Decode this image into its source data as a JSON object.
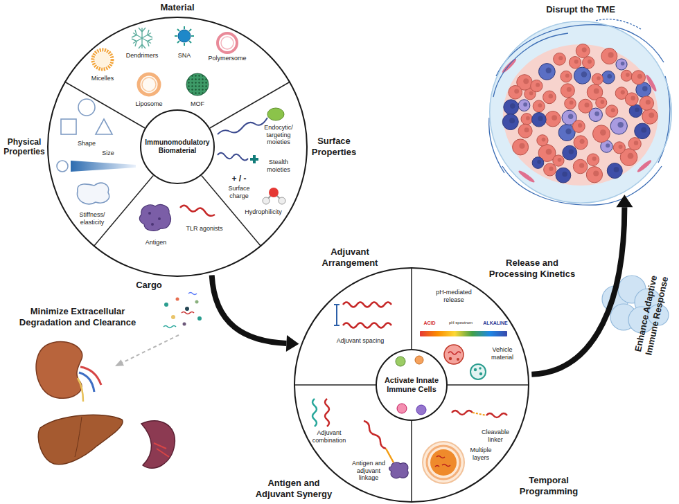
{
  "diagram": {
    "nodes": [
      {
        "text": [
          "Material",
          "Physical Properties",
          "Surface Properties",
          "Cargo"
        ]
      },
      {
        "text": [
          "Immunomodulatory Biomaterial"
        ],
        "in": 0
      },
      {
        "text": [
          "Adjuvant Arrangement",
          "Release and Processing Kinetics",
          "Antigen and Adjuvant Synergy",
          "Temporal Programming"
        ]
      },
      {
        "text": [
          "Activate Innate Immune Cells"
        ],
        "in": 2
      },
      {
        "text": [
          "Disrupt the TME"
        ]
      }
    ],
    "edges": [
      {
        "from": 0,
        "to": 2,
        "arrow": "to"
      },
      {
        "from": 2,
        "to": 4,
        "arrow": "to",
        "label": "Enhance Adaptive Immune Response"
      }
    ],
    "labels": [
      "Micelles",
      "Dendrimers",
      "SNA",
      "Polymersome",
      "Liposome",
      "MOF",
      "Shape",
      "Size",
      "Stiffness/ elasticity",
      "Endocytic/ targeting moieties",
      "Stealth moieties",
      "+ / -",
      "Surface charge",
      "Hydrophilicity",
      "Antigen",
      "TLR agonists",
      "Minimize Extracellular Degradation and Clearance",
      "Adjuvant spacing",
      "pH-mediated release",
      "pH spectrum",
      "ACID",
      "ALKALINE",
      "Vehicle material",
      "Adjuvant combination",
      "Antigen and adjuvant linkage",
      "Cleavable linker",
      "Multiple layers"
    ]
  }
}
